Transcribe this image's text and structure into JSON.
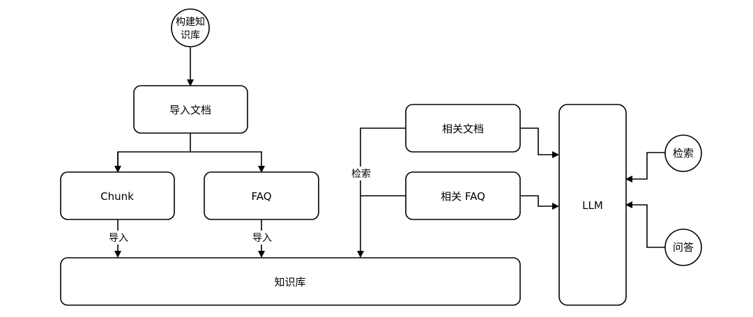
{
  "nodes": {
    "build_kb": "构建知识库",
    "import_docs": "导入文档",
    "chunk": "Chunk",
    "faq": "FAQ",
    "knowledge_base": "知识库",
    "related_docs": "相关文档",
    "related_faq": "相关 FAQ",
    "llm": "LLM",
    "search_input": "检索",
    "question_input": "问答"
  },
  "edge_labels": {
    "chunk_import": "导入",
    "faq_import": "导入",
    "retrieve": "检索"
  },
  "colors": {
    "stroke": "#000000",
    "fill": "#ffffff",
    "text": "#000000"
  }
}
